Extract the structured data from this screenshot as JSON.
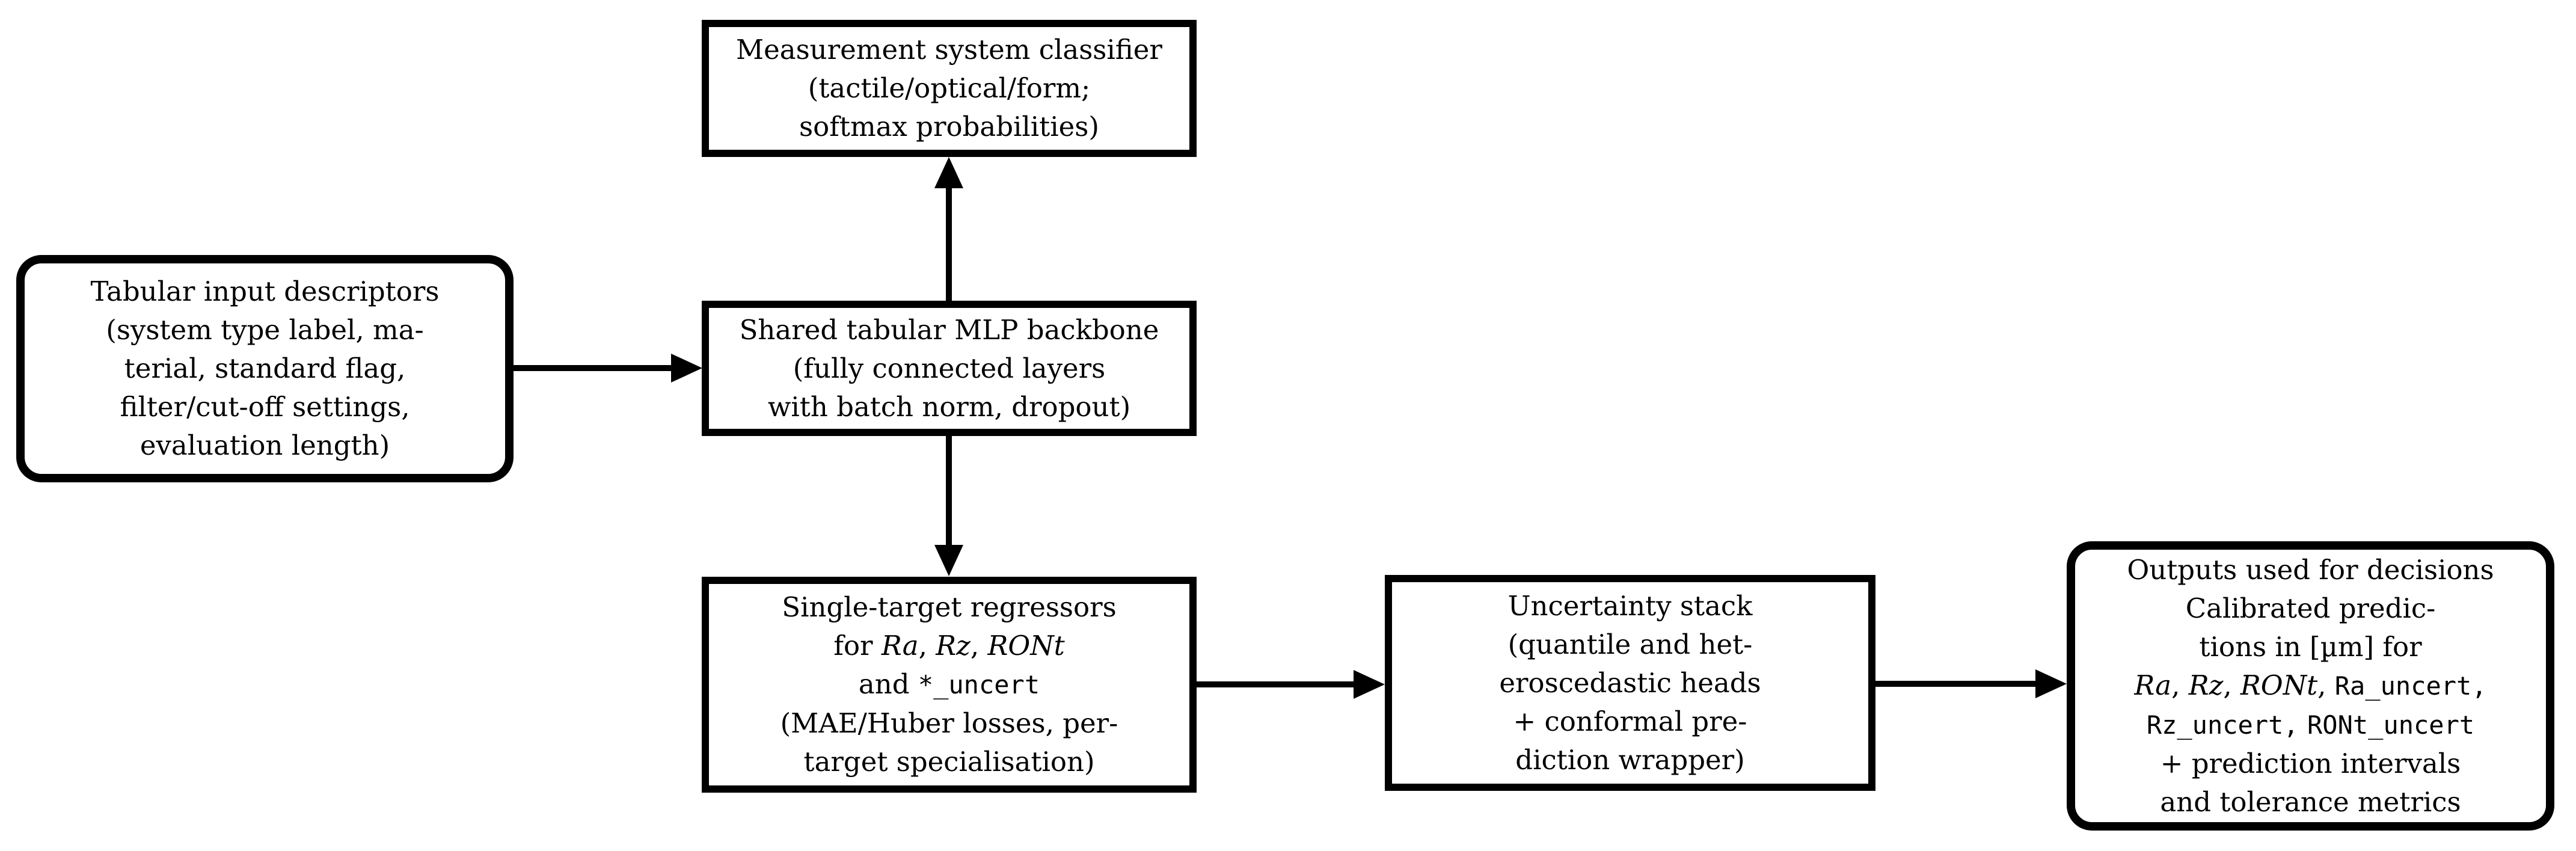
{
  "page": {
    "background_color": "#ffffff",
    "line_color": "#000000",
    "text_color": "#000000"
  },
  "diagram": {
    "boxes": [
      {
        "id": "tabular-input-descriptors",
        "shape": "rounded",
        "lines": [
          [
            {
              "t": "Tabular input descriptors"
            }
          ],
          [
            {
              "t": "(system type label, ma-"
            }
          ],
          [
            {
              "t": "terial, standard flag,"
            }
          ],
          [
            {
              "t": "filter/cut-off settings,"
            }
          ],
          [
            {
              "t": "evaluation length)"
            }
          ]
        ]
      },
      {
        "id": "measurement-system-classifier",
        "shape": "rect",
        "lines": [
          [
            {
              "t": "Measurement system classifier"
            }
          ],
          [
            {
              "t": "(tactile/optical/form;"
            }
          ],
          [
            {
              "t": "softmax probabilities)"
            }
          ]
        ]
      },
      {
        "id": "shared-tabular-mlp-backbone",
        "shape": "rect",
        "lines": [
          [
            {
              "t": "Shared tabular MLP backbone"
            }
          ],
          [
            {
              "t": "(fully connected layers"
            }
          ],
          [
            {
              "t": "with batch norm, dropout)"
            }
          ]
        ]
      },
      {
        "id": "single-target-regressors",
        "shape": "rect",
        "lines": [
          [
            {
              "t": "Single-target regressors"
            }
          ],
          [
            {
              "t": "for "
            },
            {
              "t": "Ra",
              "style": "italic"
            },
            {
              "t": ", "
            },
            {
              "t": "Rz",
              "style": "italic"
            },
            {
              "t": ", "
            },
            {
              "t": "RONt",
              "style": "italic"
            }
          ],
          [
            {
              "t": "and "
            },
            {
              "t": "*_uncert",
              "style": "mono"
            }
          ],
          [
            {
              "t": "(MAE/Huber losses, per-"
            }
          ],
          [
            {
              "t": "target specialisation)"
            }
          ]
        ]
      },
      {
        "id": "uncertainty-stack",
        "shape": "rect",
        "lines": [
          [
            {
              "t": "Uncertainty stack"
            }
          ],
          [
            {
              "t": "(quantile and het-"
            }
          ],
          [
            {
              "t": "eroscedastic heads"
            }
          ],
          [
            {
              "t": "+ conformal pre-"
            }
          ],
          [
            {
              "t": "diction wrapper)"
            }
          ]
        ]
      },
      {
        "id": "outputs-used-for-decisions",
        "shape": "rounded",
        "lines": [
          [
            {
              "t": "Outputs used for decisions"
            }
          ],
          [
            {
              "t": "Calibrated predic-"
            }
          ],
          [
            {
              "t": "tions in [µm] for"
            }
          ],
          [
            {
              "t": "Ra",
              "style": "italic"
            },
            {
              "t": ", "
            },
            {
              "t": "Rz",
              "style": "italic"
            },
            {
              "t": ", "
            },
            {
              "t": "RONt",
              "style": "italic"
            },
            {
              "t": ", "
            },
            {
              "t": "Ra_uncert,",
              "style": "mono"
            }
          ],
          [
            {
              "t": "Rz_uncert,",
              "style": "mono"
            },
            {
              "t": " "
            },
            {
              "t": "RONt_uncert",
              "style": "mono"
            }
          ],
          [
            {
              "t": "+ prediction intervals"
            }
          ],
          [
            {
              "t": "and tolerance metrics"
            }
          ]
        ]
      }
    ],
    "arrows": [
      {
        "from": "tabular-input-descriptors",
        "to": "shared-tabular-mlp-backbone",
        "direction": "right"
      },
      {
        "from": "shared-tabular-mlp-backbone",
        "to": "measurement-system-classifier",
        "direction": "up"
      },
      {
        "from": "shared-tabular-mlp-backbone",
        "to": "single-target-regressors",
        "direction": "down"
      },
      {
        "from": "single-target-regressors",
        "to": "uncertainty-stack",
        "direction": "right"
      },
      {
        "from": "uncertainty-stack",
        "to": "outputs-used-for-decisions",
        "direction": "right"
      }
    ]
  }
}
